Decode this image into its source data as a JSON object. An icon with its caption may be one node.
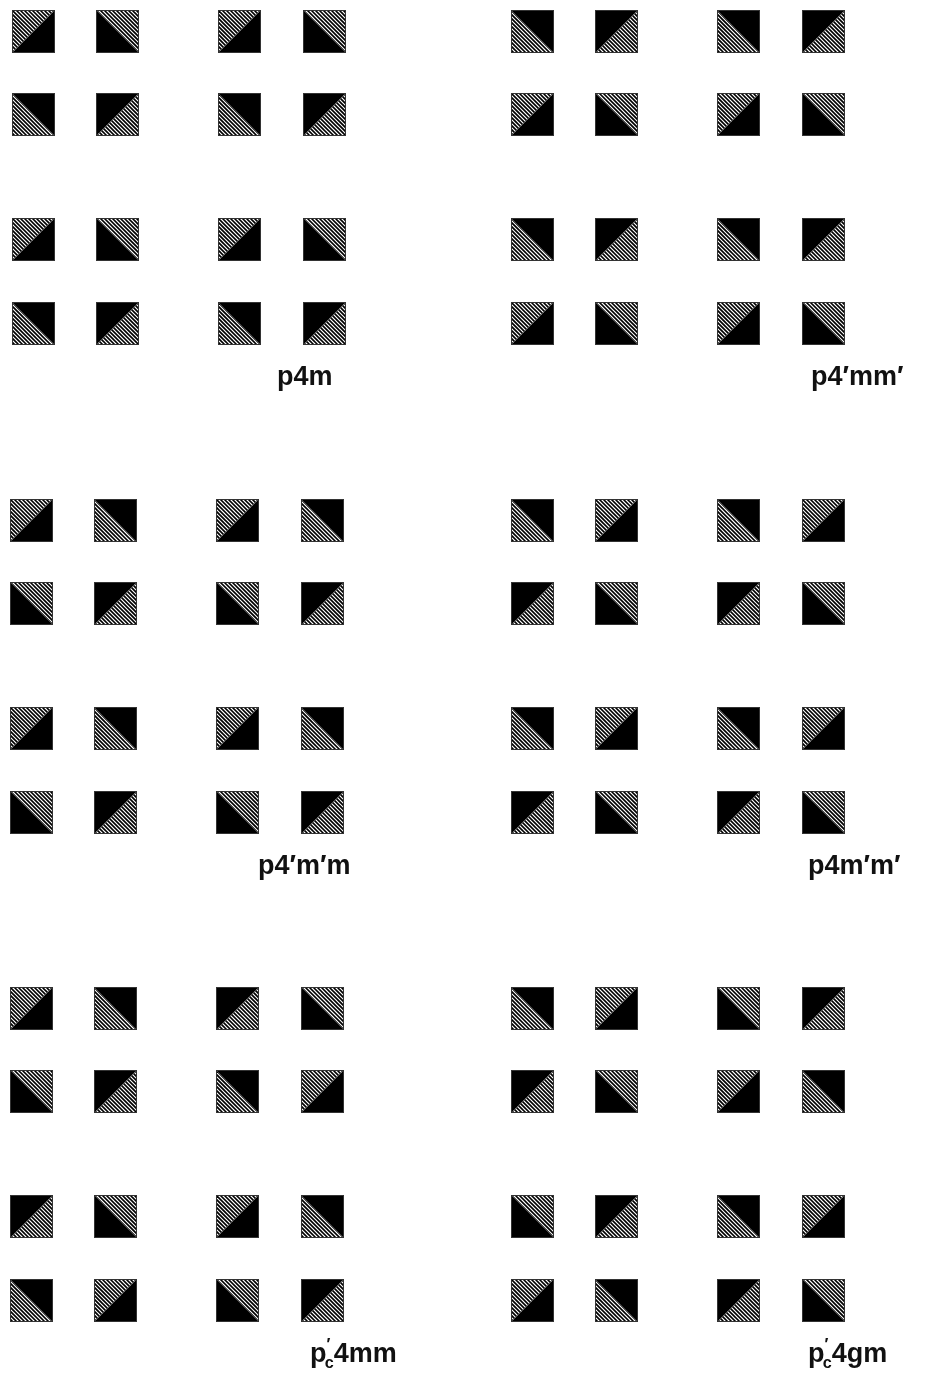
{
  "diagram": {
    "labels": [
      "p4m",
      "p4′mm′",
      "p4′m′m",
      "p4m′m′",
      "p$^{′}$$_{c}$4mm",
      "p$^{′}$$_{c}$4gm"
    ]
  }
}
